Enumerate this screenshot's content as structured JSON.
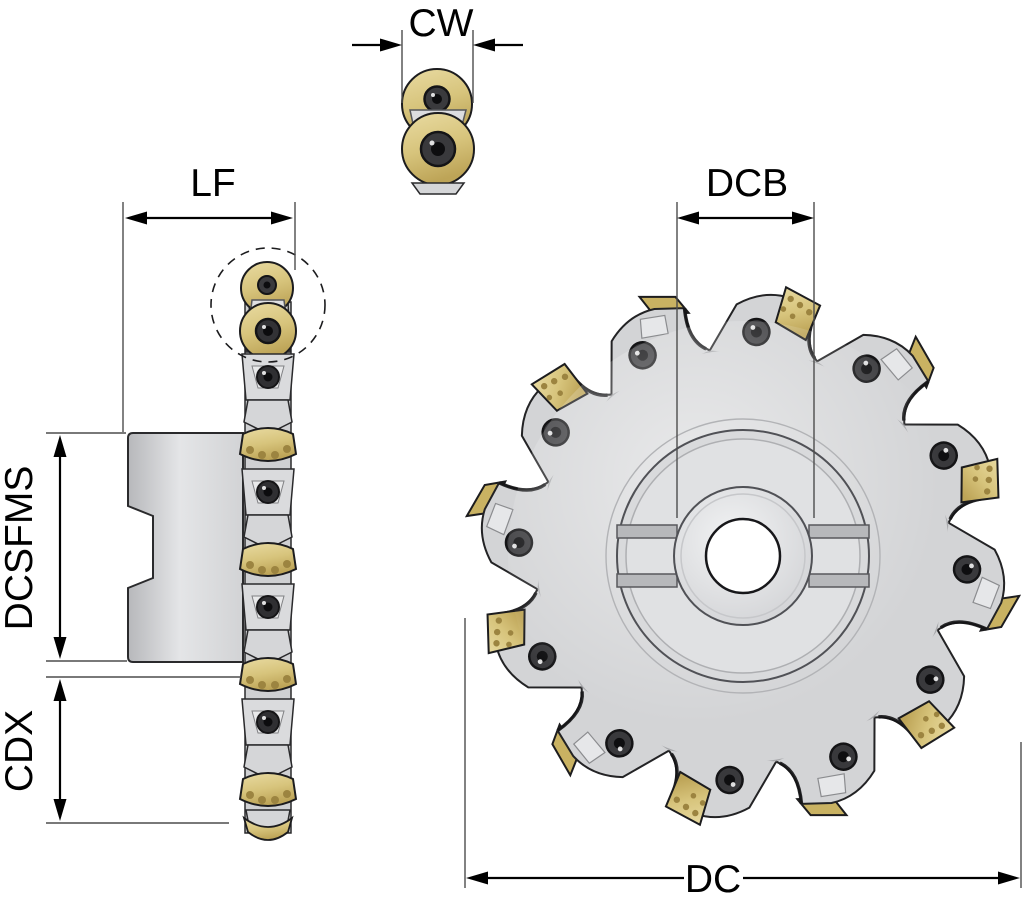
{
  "drawing": {
    "dimensions": {
      "cw": "CW",
      "lf": "LF",
      "dcb": "DCB",
      "dcsfms": "DCSFMS",
      "cdx": "CDX",
      "dc": "DC"
    },
    "colors": {
      "insert_gold": "#d7c47c",
      "body_gray": "#d3d4d6",
      "outline": "#1c1c1e",
      "dimension_line": "#000000",
      "background": "#ffffff"
    },
    "front_view": {
      "teeth_count": 12
    }
  }
}
